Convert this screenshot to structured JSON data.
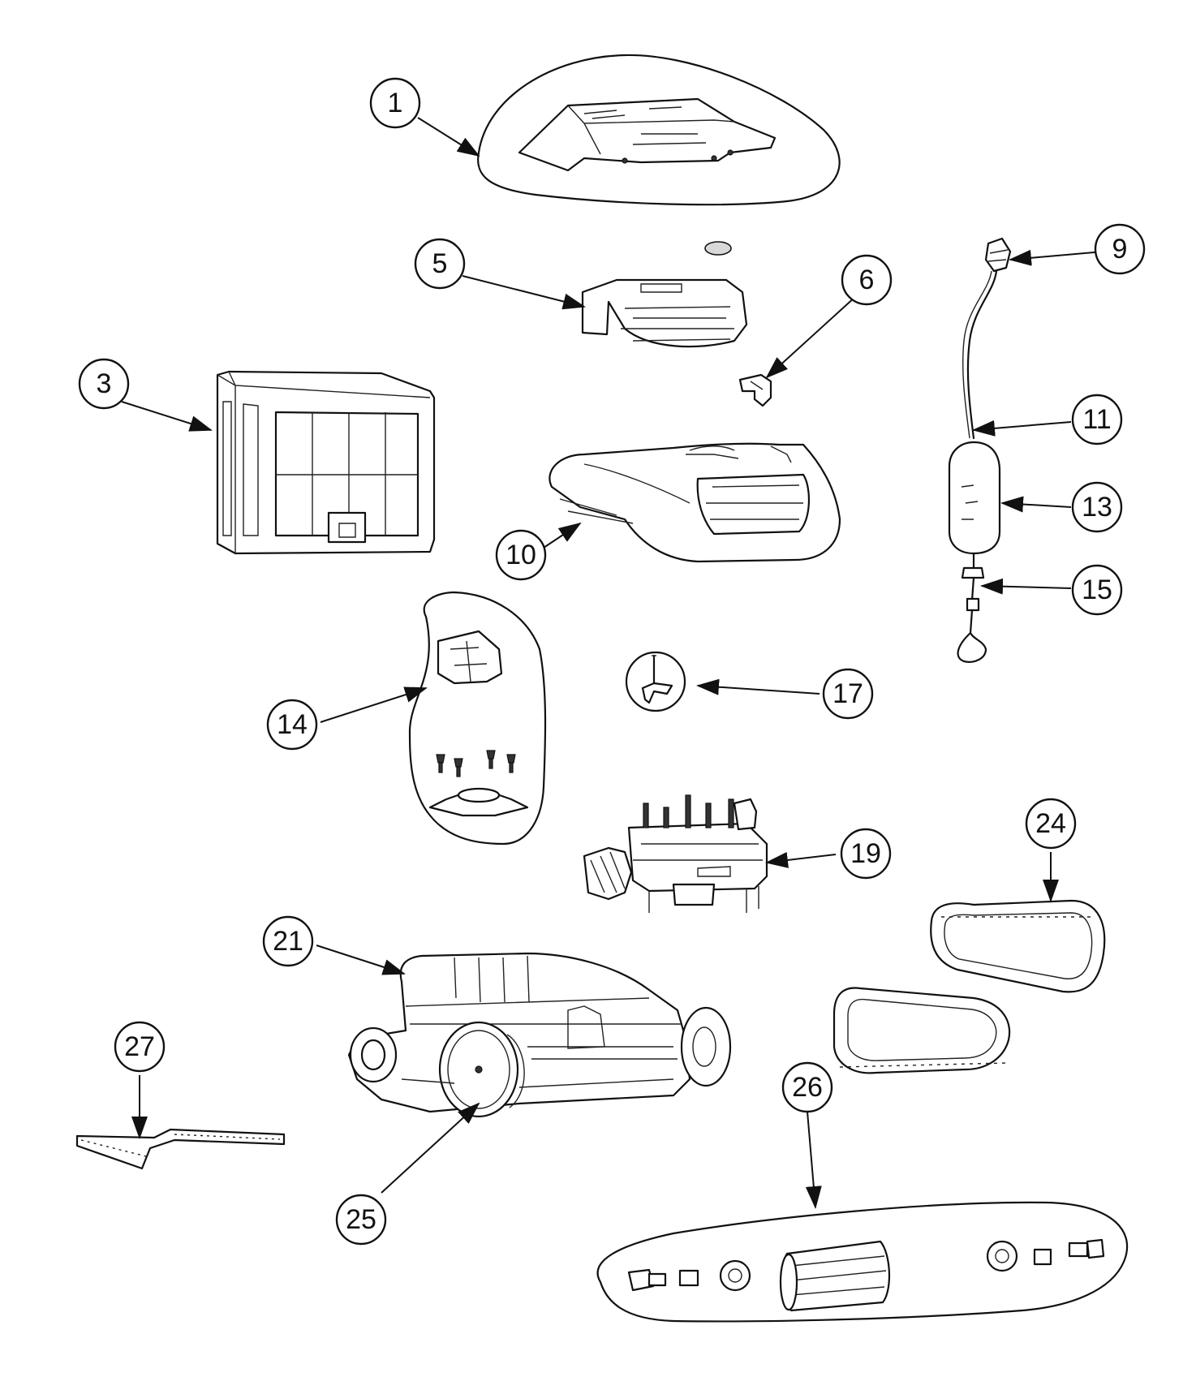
{
  "callouts": [
    {
      "id": "part-1",
      "label": "1"
    },
    {
      "id": "part-3",
      "label": "3"
    },
    {
      "id": "part-5",
      "label": "5"
    },
    {
      "id": "part-6",
      "label": "6"
    },
    {
      "id": "part-9",
      "label": "9"
    },
    {
      "id": "part-10",
      "label": "10"
    },
    {
      "id": "part-11",
      "label": "11"
    },
    {
      "id": "part-13",
      "label": "13"
    },
    {
      "id": "part-14",
      "label": "14"
    },
    {
      "id": "part-15",
      "label": "15"
    },
    {
      "id": "part-17",
      "label": "17"
    },
    {
      "id": "part-19",
      "label": "19"
    },
    {
      "id": "part-21",
      "label": "21"
    },
    {
      "id": "part-24",
      "label": "24"
    },
    {
      "id": "part-25",
      "label": "25"
    },
    {
      "id": "part-26",
      "label": "26"
    },
    {
      "id": "part-27",
      "label": "27"
    }
  ]
}
